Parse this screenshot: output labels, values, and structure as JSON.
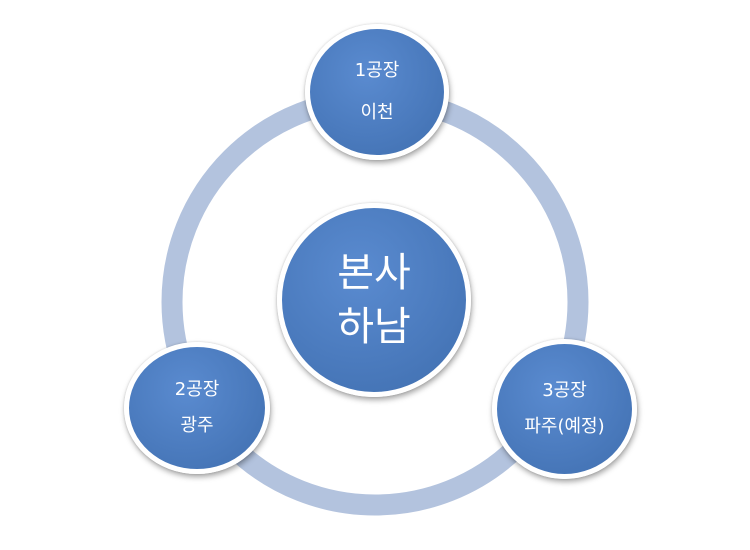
{
  "diagram": {
    "center": {
      "line1": "본사",
      "line2": "하남"
    },
    "nodes": [
      {
        "line1": "1공장",
        "line2": "이천"
      },
      {
        "line1": "2공장",
        "line2": "광주"
      },
      {
        "line1": "3공장",
        "line2": "파주(예정)"
      }
    ]
  },
  "colors": {
    "ring": "#b3c3de",
    "node_fill": "#4b7bbe",
    "node_border": "#ffffff",
    "text": "#ffffff",
    "background": "#ffffff"
  }
}
